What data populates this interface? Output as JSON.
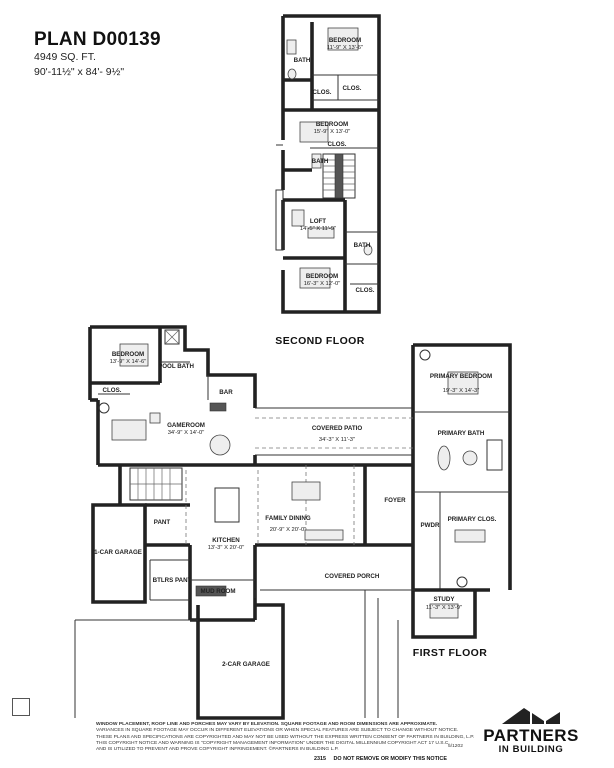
{
  "header": {
    "plan_id": "PLAN D00139",
    "sqft": "4949 SQ. FT.",
    "dimensions": "90'-11½\" x 84'- 9½\""
  },
  "floors": {
    "second": "SECOND FLOOR",
    "first": "FIRST FLOOR"
  },
  "rooms": {
    "bedroom_top": {
      "name": "BEDROOM",
      "size": "11'-9\" X 13'-6\""
    },
    "bath_top": {
      "name": "BATH"
    },
    "clos_a": {
      "name": "CLOS."
    },
    "clos_b": {
      "name": "CLOS."
    },
    "bedroom_mid": {
      "name": "BEDROOM",
      "size": "15'-9\" X 13'-0\""
    },
    "clos_mid": {
      "name": "CLOS."
    },
    "bath_mid": {
      "name": "BATH"
    },
    "loft": {
      "name": "LOFT",
      "size": "14'-5\" X 11'-9\""
    },
    "bath_loft": {
      "name": "BATH"
    },
    "bedroom_low": {
      "name": "BEDROOM",
      "size": "16'-3\" X 12'-0\""
    },
    "clos_low": {
      "name": "CLOS."
    },
    "bedroom_gf": {
      "name": "BEDROOM",
      "size": "13'-9\" X 14'-6\""
    },
    "pool_bath": {
      "name": "POOL BATH"
    },
    "clos_gf": {
      "name": "CLOS."
    },
    "bar": {
      "name": "BAR"
    },
    "gameroom": {
      "name": "GAMEROOM",
      "size": "34'-9\" X 14'-0\""
    },
    "covered_patio": {
      "name": "COVERED PATIO",
      "size": "34'-3\" X 11'-3\""
    },
    "primary_bedroom": {
      "name": "PRIMARY BEDROOM",
      "size": "19'-3\" X 14'-3\""
    },
    "primary_bath": {
      "name": "PRIMARY BATH"
    },
    "foyer": {
      "name": "FOYER"
    },
    "pwdr": {
      "name": "PWDR"
    },
    "primary_clos": {
      "name": "PRIMARY CLOS."
    },
    "pant": {
      "name": "PANT"
    },
    "family_dining": {
      "name": "FAMILY DINING",
      "size": "20'-9\" X 20'-0\""
    },
    "kitchen": {
      "name": "KITCHEN",
      "size": "13'-3\" X 20'-0\""
    },
    "garage_1car": {
      "name": "1-CAR GARAGE"
    },
    "btlrs_pant": {
      "name": "BTLRS PANT"
    },
    "mud_room": {
      "name": "MUD ROOM"
    },
    "covered_porch": {
      "name": "COVERED PORCH"
    },
    "study": {
      "name": "STUDY",
      "size": "11'-3\" X 13'-9\""
    },
    "garage_2car": {
      "name": "2-CAR GARAGE"
    }
  },
  "disclaimer": {
    "line1": "WINDOW PLACEMENT, ROOF LINE AND PORCHES MAY VARY BY ELEVATION. SQUARE FOOTAGE AND ROOM DIMENSIONS ARE APPROXIMATE.",
    "line2": "VARIANCES IN SQUARE FOOTAGE MAY OCCUR IN DIFFERENT ELEVATIONS OR WHEN SPECIAL FEATURES ARE SUBJECT TO CHANGE WITHOUT NOTICE.",
    "line3": "THESE PLANS AND SPECIFICATIONS ARE COPYRIGHTED AND MAY NOT BE USED WITHOUT THE EXPRESS WRITTEN CONSENT OF PARTNERS IN BUILDING, L.P.",
    "line4": "THIS COPYRIGHT NOTICE AND WARNING IS \"COPYRIGHT MANAGEMENT INFORMATION\" UNDER THE DIGITAL MILLENNIUM COPYRIGHT ACT 17 U.S.C.",
    "line5": "AND IS UTILIZED TO PREVENT AND PROVE COPYRIGHT INFRINGEMENT. ©PARTNERS IN BUILDING L.P.",
    "rev": "5/1202",
    "code": "2315",
    "warning": "DO NOT REMOVE OR MODIFY THIS NOTICE"
  },
  "logo": {
    "word1": "PARTNERS",
    "word2": "IN BUILDING"
  },
  "colors": {
    "ink": "#222222",
    "furniture": "#eeeeee"
  }
}
